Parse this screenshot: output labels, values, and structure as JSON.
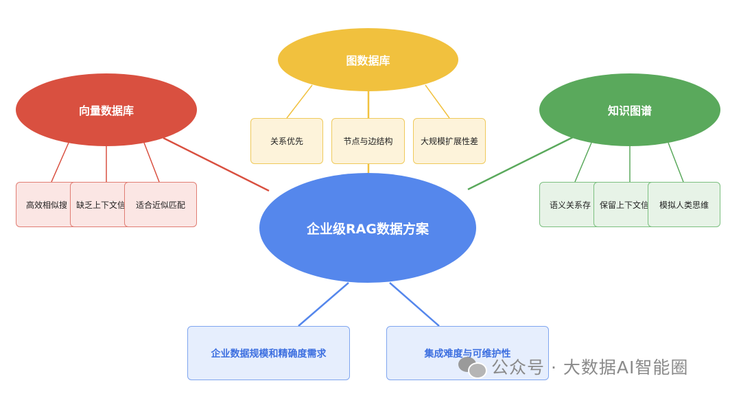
{
  "center": {
    "label": "企业级RAG数据方案",
    "color": "#5587ec"
  },
  "branches": {
    "vector": {
      "label": "向量数据库",
      "color": "#d95040",
      "items": [
        "高效相似搜",
        "缺乏上下文信",
        "适合近似匹配"
      ]
    },
    "graph": {
      "label": "图数据库",
      "color": "#f1c13e",
      "items": [
        "关系优先",
        "节点与边结构",
        "大规模扩展性差"
      ]
    },
    "knowledge": {
      "label": "知识图谱",
      "color": "#5aa95c",
      "items": [
        "语义关系存",
        "保留上下文信",
        "模拟人类思维"
      ]
    }
  },
  "factors": [
    "企业数据规模和精确度需求",
    "集成难度与可维护性"
  ],
  "watermark": {
    "text": "公众号 · 大数据AI智能圈",
    "icon": "wechat-icon"
  }
}
